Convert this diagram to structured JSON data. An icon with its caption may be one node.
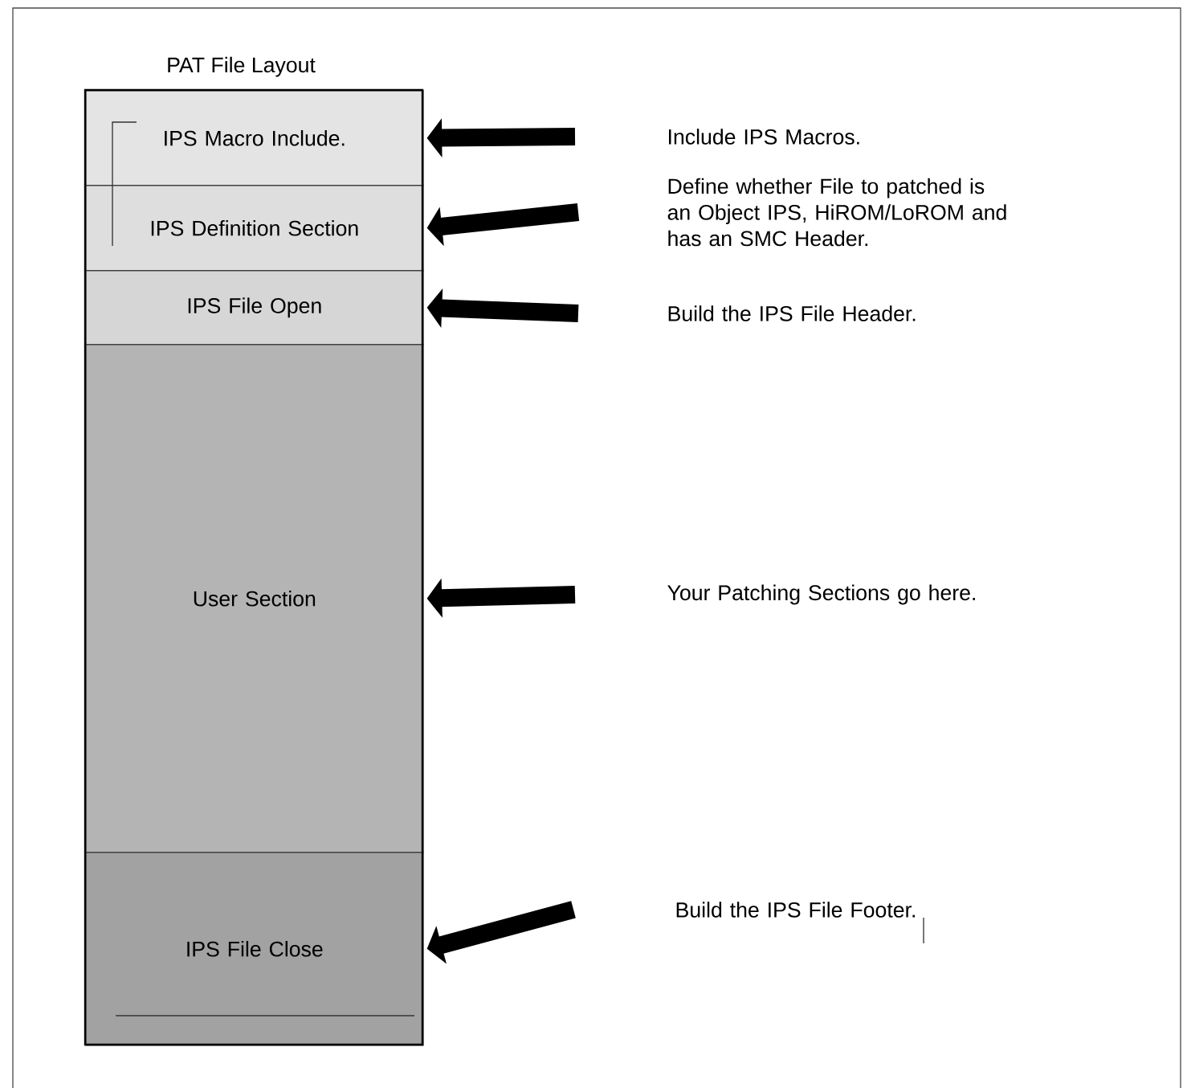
{
  "diagram": {
    "title": "PAT File Layout",
    "nodes": [
      {
        "text": [
          "IPS Macro Include."
        ]
      },
      {
        "text": [
          "IPS Definition Section"
        ]
      },
      {
        "text": [
          "IPS File Open"
        ]
      },
      {
        "text": [
          "User Section"
        ]
      },
      {
        "text": [
          "IPS File Close"
        ]
      },
      {
        "text": [
          "Include IPS  Macros."
        ]
      },
      {
        "text": [
          "Define whether File to patched is an Object IPS, HiROM/LoROM and has an SMC Header."
        ]
      },
      {
        "text": [
          "Build the IPS File Header."
        ]
      },
      {
        "text": [
          "Your Patching Sections go here."
        ]
      },
      {
        "text": [
          "Build the IPS File Footer."
        ]
      }
    ],
    "edges": [
      {
        "from": 5,
        "to": 0,
        "arrow": "to"
      },
      {
        "from": 6,
        "to": 1,
        "arrow": "to"
      },
      {
        "from": 7,
        "to": 2,
        "arrow": "to"
      },
      {
        "from": 8,
        "to": 3,
        "arrow": "to"
      },
      {
        "from": 9,
        "to": 4,
        "arrow": "to"
      }
    ]
  }
}
